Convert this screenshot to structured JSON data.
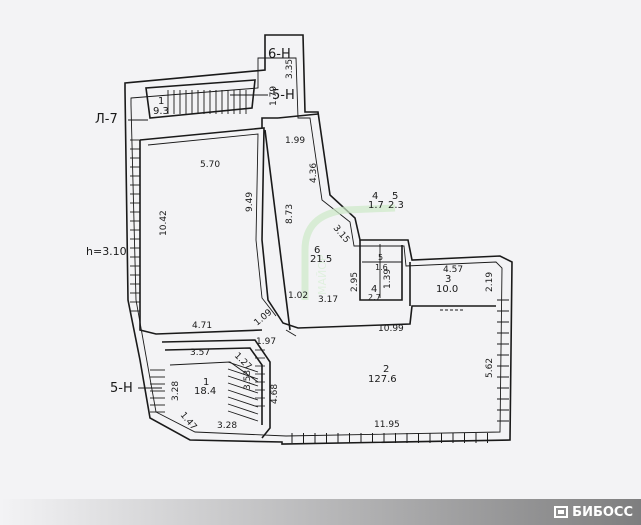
{
  "floor_height": "h=3.10",
  "axis_tags": {
    "l7": "Л-7",
    "h5_left": "5-Н",
    "h6_top": "6-Н",
    "h5_top": "5-Н"
  },
  "rooms": [
    {
      "num": "1",
      "area": "9.3"
    },
    {
      "num": "1",
      "area": "18.4"
    },
    {
      "num": "2",
      "area": "127.6"
    },
    {
      "num": "3",
      "area": "10.0"
    },
    {
      "num": "4",
      "area": "1.7"
    },
    {
      "num": "5",
      "area": "2.3"
    },
    {
      "num": "6",
      "area": "21.5"
    },
    {
      "num": "4",
      "area": "2.7"
    },
    {
      "num": "5",
      "area": "1.6"
    }
  ],
  "dimensions": [
    "3.35",
    "1.79",
    "1.99",
    "5.70",
    "9.49",
    "10.42",
    "8.73",
    "4.36",
    "3.15",
    "2.95",
    "1.39",
    "4.57",
    "2.19",
    "1.02",
    "3.17",
    "10.99",
    "4.71",
    "1.09",
    "1.97",
    "3.57",
    "1.27",
    "3.28",
    "1.47",
    "3.53",
    "4.68",
    "3.28",
    "11.95",
    "5.62"
  ],
  "watermark": "МАЙОР",
  "brand": {
    "name": "БИБОСС",
    "color": "#ffffff"
  }
}
